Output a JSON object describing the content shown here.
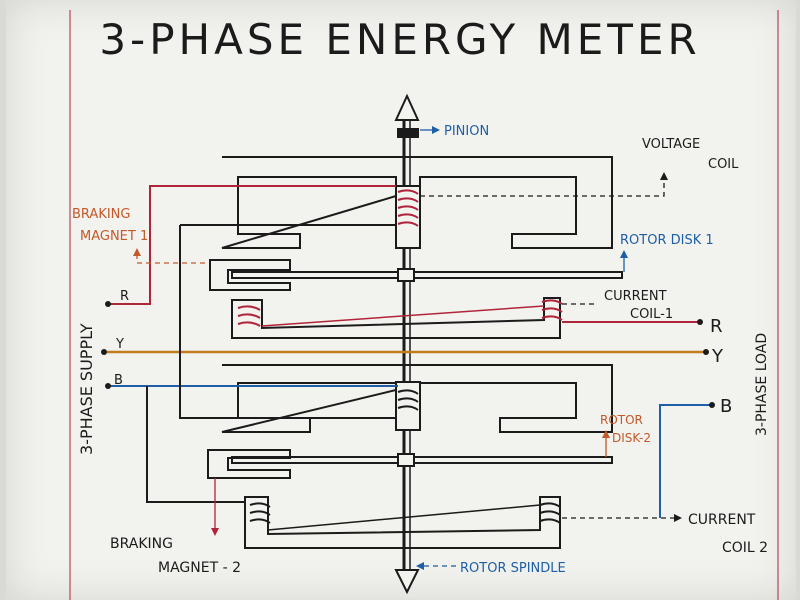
{
  "title": "3-PHASE ENERGY METER",
  "colors": {
    "ink": "#1b1b1b",
    "red_phase": "#b0243a",
    "yellow_phase": "#c47a1f",
    "blue_phase": "#1f5fa8",
    "label_blue": "#1e5fa5",
    "label_orange": "#c4592a",
    "paper": "#f2f2ef"
  },
  "labels": {
    "pinion": "PINION",
    "voltage_coil_1": "VOLTAGE",
    "voltage_coil_2": "COIL",
    "braking_magnet_1_a": "BRAKING",
    "braking_magnet_1_b": "MAGNET 1",
    "rotor_disk_1": "ROTOR DISK 1",
    "current_coil_1_a": "CURRENT",
    "current_coil_1_b": "COIL-1",
    "rotor_disk_2_a": "ROTOR",
    "rotor_disk_2_b": "DISK-2",
    "current_coil_2_a": "CURRENT",
    "current_coil_2_b": "COIL 2",
    "braking_magnet_2_a": "BRAKING",
    "braking_magnet_2_b": "MAGNET - 2",
    "rotor_spindle": "ROTOR SPINDLE",
    "supply_side": "3-PHASE SUPPLY",
    "load_side": "3-PHASE LOAD",
    "supply_r": "R",
    "supply_y": "Y",
    "supply_b": "B",
    "load_r": "R",
    "load_y": "Y",
    "load_b": "B"
  }
}
